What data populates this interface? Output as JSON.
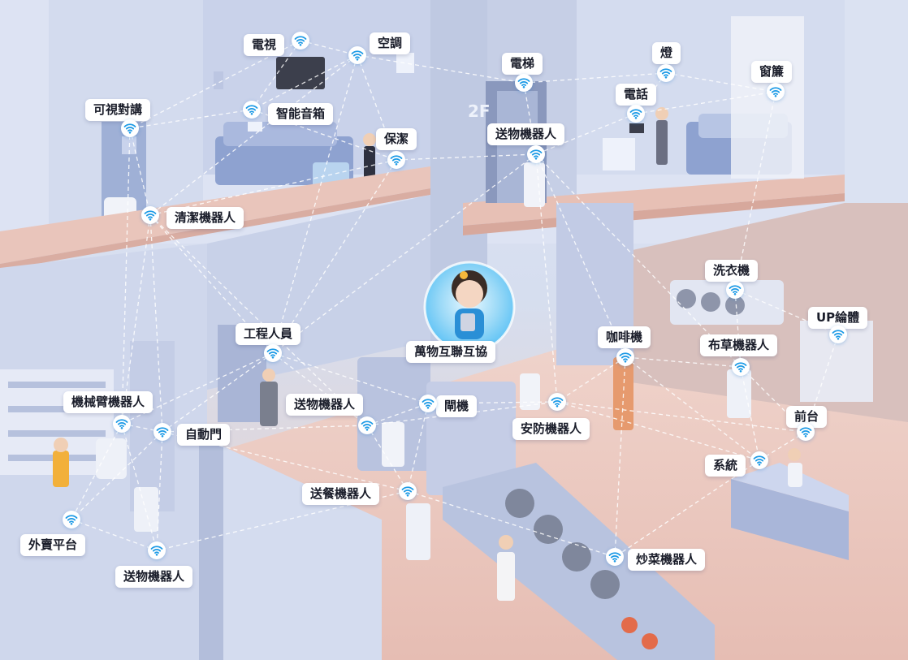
{
  "colors": {
    "wifi_accent": "#1e9be6",
    "connection_line": "#ffffff",
    "hub_glow": "#5fc3f5",
    "floor": "#e8c5bc",
    "wall": "#d6def0"
  },
  "hub": {
    "label": "萬物互聯互協"
  },
  "floor_sign": "2F",
  "nodes": [
    {
      "key": "tv",
      "label": "電視"
    },
    {
      "key": "aircon",
      "label": "空調"
    },
    {
      "key": "smart_speaker",
      "label": "智能音箱"
    },
    {
      "key": "video_intercom",
      "label": "可視對講"
    },
    {
      "key": "cleaner",
      "label": "保潔"
    },
    {
      "key": "cleaning_robot",
      "label": "清潔機器人"
    },
    {
      "key": "elevator",
      "label": "電梯"
    },
    {
      "key": "light",
      "label": "燈"
    },
    {
      "key": "curtain",
      "label": "窗簾"
    },
    {
      "key": "phone",
      "label": "電話"
    },
    {
      "key": "delivery_robot_2f",
      "label": "送物機器人"
    },
    {
      "key": "washing_machine",
      "label": "洗衣機"
    },
    {
      "key": "up_body",
      "label": "UP綸體"
    },
    {
      "key": "linen_robot",
      "label": "布草機器人"
    },
    {
      "key": "engineer",
      "label": "工程人員"
    },
    {
      "key": "coffee_machine",
      "label": "咖啡機"
    },
    {
      "key": "arm_robot",
      "label": "機械臂機器人"
    },
    {
      "key": "auto_door",
      "label": "自動門"
    },
    {
      "key": "delivery_robot_lobby",
      "label": "送物機器人"
    },
    {
      "key": "gate",
      "label": "閘機"
    },
    {
      "key": "security_robot",
      "label": "安防機器人"
    },
    {
      "key": "front_desk",
      "label": "前台"
    },
    {
      "key": "system",
      "label": "系統"
    },
    {
      "key": "food_robot",
      "label": "送餐機器人"
    },
    {
      "key": "takeout_platform",
      "label": "外賣平台"
    },
    {
      "key": "delivery_robot_bottom",
      "label": "送物機器人"
    },
    {
      "key": "cooking_robot",
      "label": "炒菜機器人"
    }
  ],
  "connections": [
    [
      "tv",
      "aircon"
    ],
    [
      "tv",
      "smart_speaker"
    ],
    [
      "tv",
      "video_intercom"
    ],
    [
      "aircon",
      "smart_speaker"
    ],
    [
      "aircon",
      "cleaner"
    ],
    [
      "aircon",
      "elevator"
    ],
    [
      "aircon",
      "cleaning_robot"
    ],
    [
      "aircon",
      "engineer"
    ],
    [
      "smart_speaker",
      "video_intercom"
    ],
    [
      "smart_speaker",
      "cleaner"
    ],
    [
      "video_intercom",
      "cleaning_robot"
    ],
    [
      "video_intercom",
      "arm_robot"
    ],
    [
      "cleaner",
      "delivery_robot_2f"
    ],
    [
      "cleaner",
      "cleaning_robot"
    ],
    [
      "cleaner",
      "engineer"
    ],
    [
      "cleaning_robot",
      "engineer"
    ],
    [
      "cleaning_robot",
      "arm_robot"
    ],
    [
      "cleaning_robot",
      "auto_door"
    ],
    [
      "cleaning_robot",
      "delivery_robot_lobby"
    ],
    [
      "elevator",
      "light"
    ],
    [
      "elevator",
      "delivery_robot_2f"
    ],
    [
      "light",
      "curtain"
    ],
    [
      "light",
      "phone"
    ],
    [
      "phone",
      "curtain"
    ],
    [
      "phone",
      "delivery_robot_2f"
    ],
    [
      "curtain",
      "washing_machine"
    ],
    [
      "delivery_robot_2f",
      "engineer"
    ],
    [
      "delivery_robot_2f",
      "coffee_machine"
    ],
    [
      "delivery_robot_2f",
      "security_robot"
    ],
    [
      "delivery_robot_2f",
      "linen_robot"
    ],
    [
      "washing_machine",
      "up_body"
    ],
    [
      "washing_machine",
      "linen_robot"
    ],
    [
      "up_body",
      "front_desk"
    ],
    [
      "linen_robot",
      "front_desk"
    ],
    [
      "linen_robot",
      "system"
    ],
    [
      "linen_robot",
      "coffee_machine"
    ],
    [
      "engineer",
      "auto_door"
    ],
    [
      "engineer",
      "delivery_robot_lobby"
    ],
    [
      "engineer",
      "arm_robot"
    ],
    [
      "engineer",
      "gate"
    ],
    [
      "coffee_machine",
      "security_robot"
    ],
    [
      "coffee_machine",
      "system"
    ],
    [
      "coffee_machine",
      "cooking_robot"
    ],
    [
      "arm_robot",
      "auto_door"
    ],
    [
      "arm_robot",
      "takeout_platform"
    ],
    [
      "arm_robot",
      "delivery_robot_bottom"
    ],
    [
      "auto_door",
      "delivery_robot_lobby"
    ],
    [
      "auto_door",
      "takeout_platform"
    ],
    [
      "auto_door",
      "delivery_robot_bottom"
    ],
    [
      "auto_door",
      "food_robot"
    ],
    [
      "delivery_robot_lobby",
      "gate"
    ],
    [
      "delivery_robot_lobby",
      "food_robot"
    ],
    [
      "delivery_robot_lobby",
      "security_robot"
    ],
    [
      "gate",
      "security_robot"
    ],
    [
      "gate",
      "food_robot"
    ],
    [
      "security_robot",
      "system"
    ],
    [
      "security_robot",
      "front_desk"
    ],
    [
      "system",
      "front_desk"
    ],
    [
      "system",
      "cooking_robot"
    ],
    [
      "food_robot",
      "delivery_robot_bottom"
    ],
    [
      "food_robot",
      "cooking_robot"
    ],
    [
      "takeout_platform",
      "delivery_robot_bottom"
    ]
  ]
}
